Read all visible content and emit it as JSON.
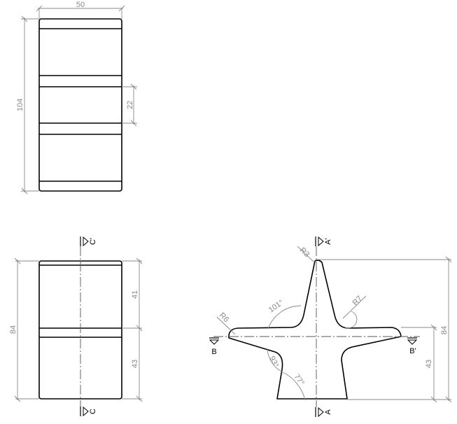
{
  "drawing": {
    "top_view": {
      "width_dim": "50",
      "height_dim": "104",
      "band_dim": "22"
    },
    "front_view": {
      "height_dim": "84",
      "upper_dim": "41",
      "lower_dim": "43",
      "section_top_label": "C'",
      "section_bottom_label": "C"
    },
    "section_view": {
      "section_top_label": "A'",
      "section_bottom_label": "A",
      "section_left_label": "B",
      "section_right_label": "B'",
      "radius_top": "R3",
      "radius_left": "R6",
      "radius_right": "R7",
      "angle_upper": "101°",
      "angle_lower_left": "93°",
      "angle_lower": "77°",
      "height_dim": "84",
      "lower_dim": "43"
    }
  }
}
